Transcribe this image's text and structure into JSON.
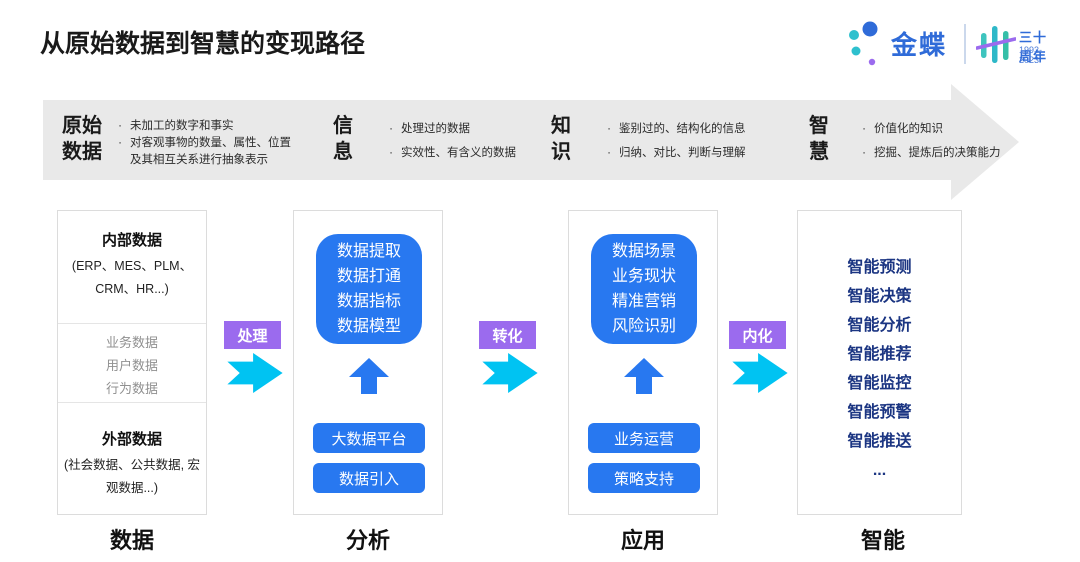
{
  "title": "从原始数据到智慧的变现路径",
  "logo": {
    "brand": "金蝶",
    "anniversary": "三十周年",
    "years": "1993-2023"
  },
  "banner": {
    "bullet_char": "·",
    "stages": [
      {
        "line1": "原始",
        "line2": "数据",
        "bullets": [
          "未加工的数字和事实",
          "对客观事物的数量、属性、位置及其相互关系进行抽象表示"
        ]
      },
      {
        "line1": "信",
        "line2": "息",
        "bullets": [
          "处理过的数据",
          "实效性、有含义的数据"
        ]
      },
      {
        "line1": "知",
        "line2": "识",
        "bullets": [
          "鉴别过的、结构化的信息",
          "归纳、对比、判断与理解"
        ]
      },
      {
        "line1": "智",
        "line2": "慧",
        "bullets": [
          "价值化的知识",
          "挖掘、提炼后的决策能力"
        ]
      }
    ]
  },
  "flow": {
    "connectors": [
      {
        "label": "处理"
      },
      {
        "label": "转化"
      },
      {
        "label": "内化"
      }
    ],
    "columns": [
      {
        "label": "数据",
        "internal_title": "内部数据",
        "internal_sub": "(ERP、MES、PLM、CRM、HR...)",
        "middle_items": [
          "业务数据",
          "用户数据",
          "行为数据"
        ],
        "external_title": "外部数据",
        "external_sub": "(社会数据、公共数据, 宏观数据...)"
      },
      {
        "label": "分析",
        "bubble": [
          "数据提取",
          "数据打通",
          "数据指标",
          "数据模型"
        ],
        "buttons": [
          "大数据平台",
          "数据引入"
        ]
      },
      {
        "label": "应用",
        "bubble": [
          "数据场景",
          "业务现状",
          "精准营销",
          "风险识别"
        ],
        "buttons": [
          "业务运营",
          "策略支持"
        ]
      },
      {
        "label": "智能",
        "list": [
          "智能预测",
          "智能决策",
          "智能分析",
          "智能推荐",
          "智能监控",
          "智能预警",
          "智能推送",
          "..."
        ]
      }
    ]
  },
  "colors": {
    "blue": "#2878F0",
    "purple": "#9B6BEE",
    "cyan": "#00C3F2",
    "navy": "#1B3582",
    "banner_gray": "#E9E9E9",
    "brand_blue": "#2F6BD8"
  }
}
